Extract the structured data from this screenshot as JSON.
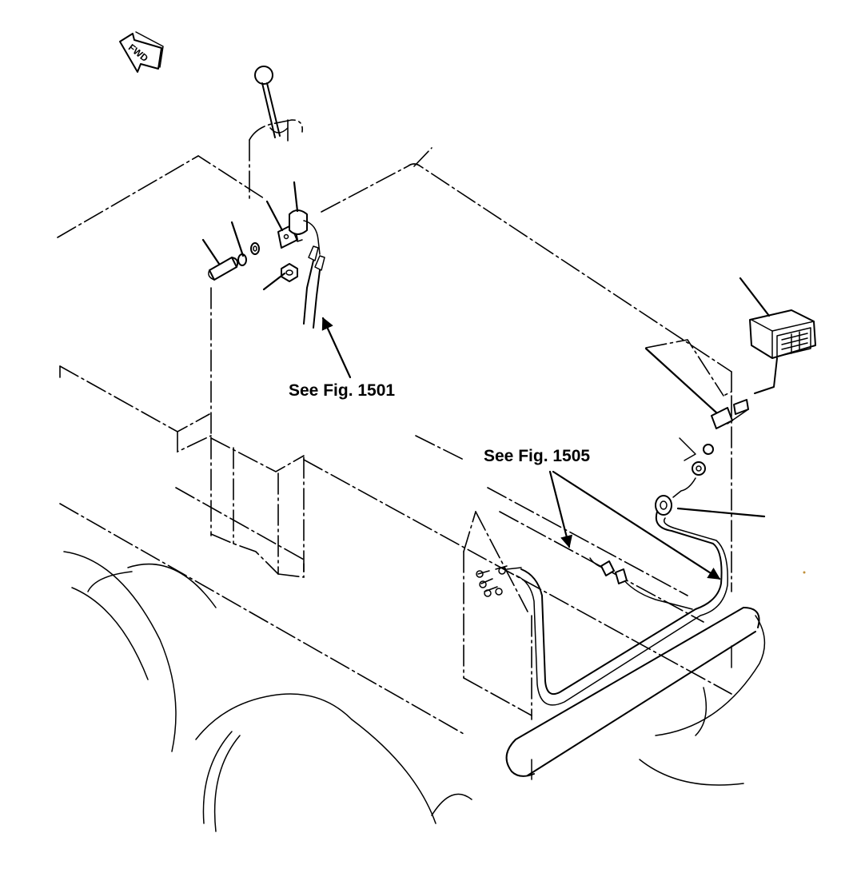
{
  "figure": {
    "orientation_badge": "FWD",
    "references": [
      {
        "id": "ref-1501",
        "label": "See Fig. 1501"
      },
      {
        "id": "ref-1505",
        "label": "See Fig. 1505"
      }
    ]
  }
}
